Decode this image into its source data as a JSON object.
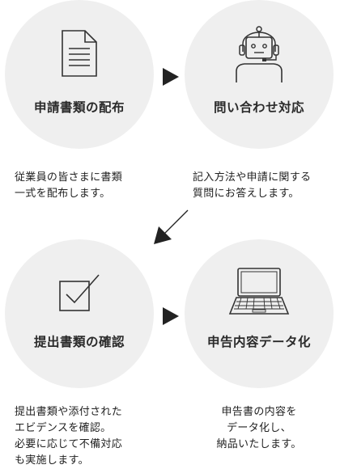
{
  "steps": [
    {
      "title": "申請書類の配布",
      "icon": "document-icon",
      "description": "従業員の皆さまに書類\n一式を配布します。"
    },
    {
      "title": "問い合わせ対応",
      "icon": "support-robot-icon",
      "description": "記入方法や申請に関する\n質問にお答えします。"
    },
    {
      "title": "提出書類の確認",
      "icon": "checkbox-icon",
      "description": "提出書類や添付された\nエビデンスを確認。\n必要に応じて不備対応\nも実施します。"
    },
    {
      "title": "申告内容データ化",
      "icon": "laptop-icon",
      "description": "申告書の内容を\nデータ化し、\n納品いたします。"
    }
  ],
  "colors": {
    "circle": "#efefef",
    "stroke": "#333333",
    "arrow": "#222222"
  }
}
